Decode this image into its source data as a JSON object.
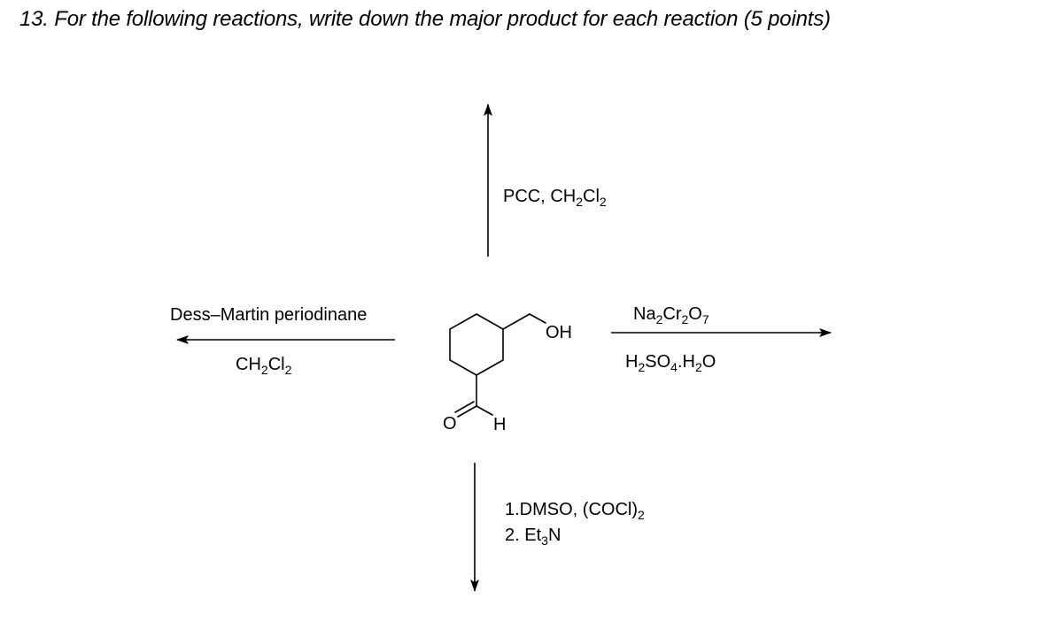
{
  "question": {
    "text": "13. For the following reactions, write down the major product for each reaction (5 points)"
  },
  "reactions": {
    "up": {
      "reagent": {
        "t1": "PCC, CH",
        "s1": "2",
        "t2": "Cl",
        "s2": "2"
      }
    },
    "left": {
      "reagent_top": "Dess–Martin periodinane",
      "reagent_bottom": {
        "t1": "CH",
        "s1": "2",
        "t2": "Cl",
        "s2": "2"
      }
    },
    "right": {
      "reagent_top": {
        "t1": "Na",
        "s1": "2",
        "t2": "Cr",
        "s2": "2",
        "t3": "O",
        "s3": "7"
      },
      "reagent_bottom": {
        "t1": "H",
        "s1": "2",
        "t2": "SO",
        "s2": "4",
        "t3": ".H",
        "s3": "2",
        "t4": "O"
      }
    },
    "down": {
      "step1": {
        "t1": "1.DMSO, (COCl)",
        "s1": "2"
      },
      "step2": {
        "t1": "2. Et",
        "s1": "3",
        "t2": "N"
      }
    }
  },
  "molecule": {
    "oh_label": "OH",
    "o_label": "O",
    "h_label": "H"
  }
}
